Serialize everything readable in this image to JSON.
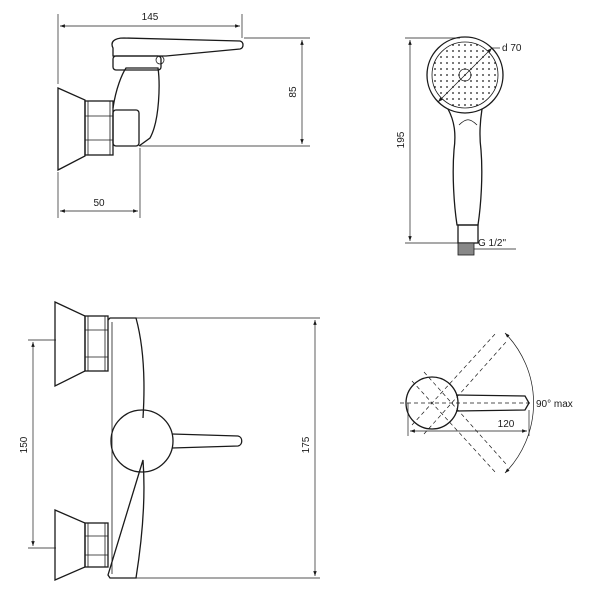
{
  "drawing": {
    "side_view": {
      "width_dim": "145",
      "height_dim": "85",
      "depth_dim": "50"
    },
    "hand_shower": {
      "diameter_dim": "d 70",
      "length_dim": "195",
      "thread_dim": "G 1/2\""
    },
    "front_view": {
      "spacing_dim": "150",
      "height_dim": "175"
    },
    "lever_top_view": {
      "rotation_dim": "90° max",
      "reach_dim": "120"
    }
  },
  "colors": {
    "line": "#1a1a1a",
    "background": "#ffffff"
  }
}
